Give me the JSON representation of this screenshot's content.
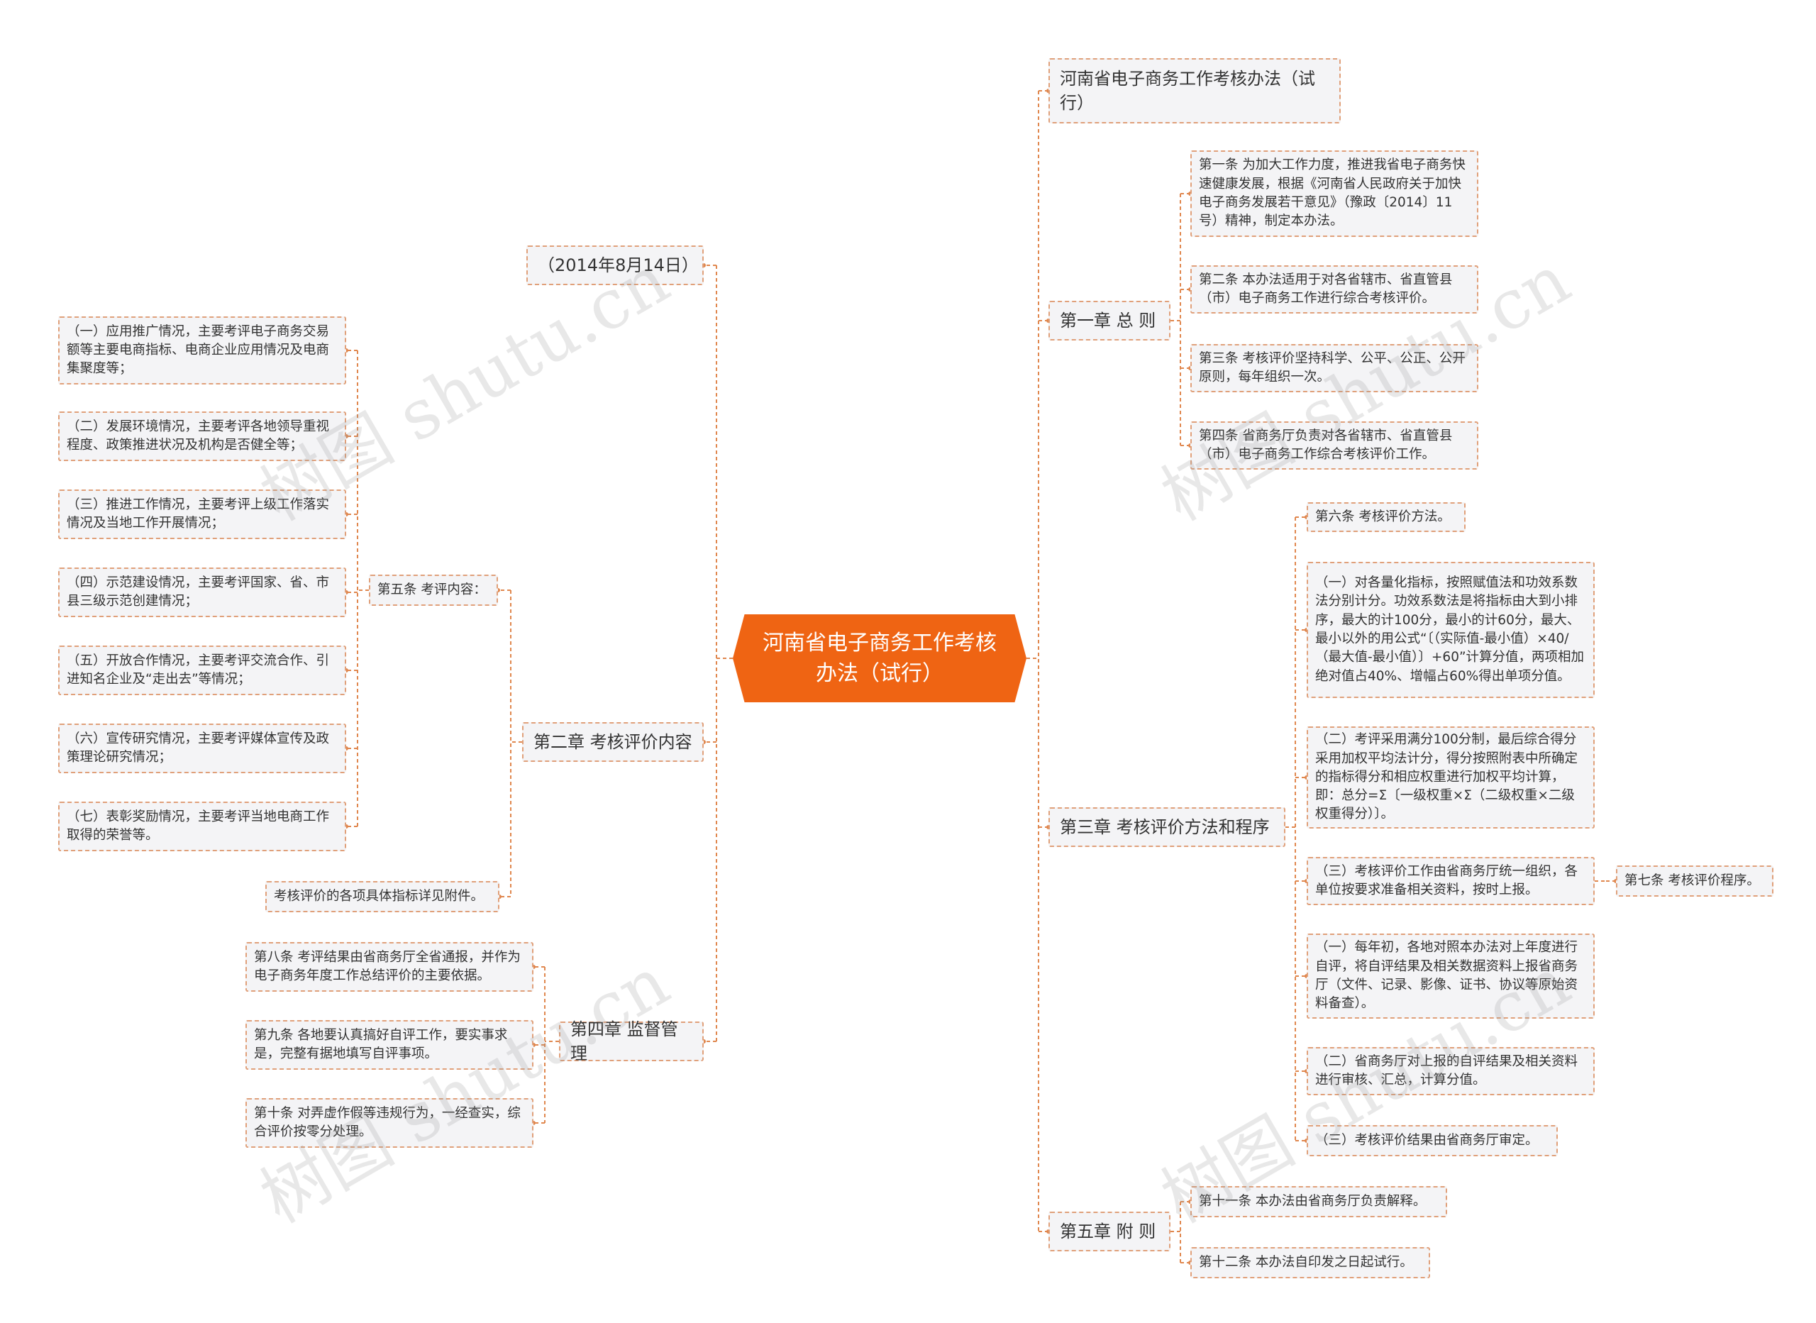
{
  "root": {
    "text": "河南省电子商务工作考核办法（试行）"
  },
  "right": {
    "title_node": "河南省电子商务工作考核办法（试行）",
    "ch1": {
      "label": "第一章 总 则",
      "items": [
        "第一条 为加大工作力度，推进我省电子商务快速健康发展，根据《河南省人民政府关于加快电子商务发展若干意见》（豫政〔2014〕11号）精神，制定本办法。",
        "第二条 本办法适用于对各省辖市、省直管县（市）电子商务工作进行综合考核评价。",
        "第三条 考核评价坚持科学、公平、公正、公开原则，每年组织一次。",
        "第四条 省商务厅负责对各省辖市、省直管县（市）电子商务工作综合考核评价工作。"
      ]
    },
    "ch3": {
      "label": "第三章 考核评价方法和程序",
      "items": [
        "第六条 考核评价方法。",
        "（一）对各量化指标，按照赋值法和功效系数法分别计分。功效系数法是将指标由大到小排序，最大的计100分，最小的计60分，最大、最小以外的用公式“〔（实际值-最小值）×40/（最大值-最小值）〕+60”计算分值，两项相加绝对值占40%、增幅占60%得出单项分值。",
        "（二）考评采用满分100分制，最后综合得分采用加权平均法计分，得分按照附表中所确定的指标得分和相应权重进行加权平均计算，即：总分=Σ〔一级权重×Σ（二级权重×二级权重得分）〕。",
        "（三）考核评价工作由省商务厅统一组织，各单位按要求准备相关资料，按时上报。",
        "（一）每年初，各地对照本办法对上年度进行自评，将自评结果及相关数据资料上报省商务厅（文件、记录、影像、证书、协议等原始资料备查）。",
        "（二）省商务厅对上报的自评结果及相关资料进行审核、汇总，计算分值。",
        "（三）考核评价结果由省商务厅审定。"
      ],
      "side": "第七条 考核评价程序。"
    },
    "ch5": {
      "label": "第五章 附 则",
      "items": [
        "第十一条 本办法由省商务厅负责解释。",
        "第十二条 本办法自印发之日起试行。"
      ]
    }
  },
  "left": {
    "date": "（2014年8月14日）",
    "ch2": {
      "label": "第二章 考核评价内容",
      "art5": "第五条 考评内容：",
      "art5_items": [
        "（一）应用推广情况，主要考评电子商务交易额等主要电商指标、电商企业应用情况及电商集聚度等；",
        "（二）发展环境情况，主要考评各地领导重视程度、政策推进状况及机构是否健全等；",
        "（三）推进工作情况，主要考评上级工作落实情况及当地工作开展情况；",
        "（四）示范建设情况，主要考评国家、省、市县三级示范创建情况；",
        "（五）开放合作情况，主要考评交流合作、引进知名企业及“走出去”等情况；",
        "（六）宣传研究情况，主要考评媒体宣传及政策理论研究情况；",
        "（七）表彰奖励情况，主要考评当地电商工作取得的荣誉等。"
      ],
      "note": "考核评价的各项具体指标详见附件。"
    },
    "ch4": {
      "label": "第四章 监督管理",
      "items": [
        "第八条 考评结果由省商务厅全省通报，并作为电子商务年度工作总结评价的主要依据。",
        "第九条 各地要认真搞好自评工作，要实事求是，完整有据地填写自评事项。",
        "第十条 对弄虚作假等违规行为，一经查实，综合评价按零分处理。"
      ]
    }
  },
  "colors": {
    "root_fill": "#ef6413",
    "link": "#e0874e",
    "node_border": "#e0a07a",
    "node_fill": "#f4f4f6"
  },
  "watermark": "树图 shutu.cn"
}
